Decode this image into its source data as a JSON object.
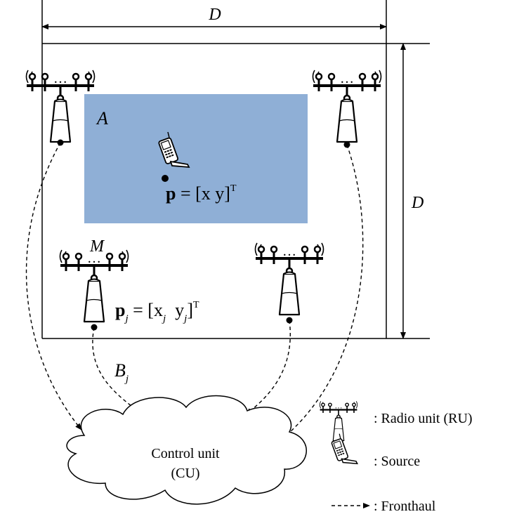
{
  "diagram": {
    "dimension_top": "D",
    "dimension_right": "D",
    "area_label": "A",
    "source_position": {
      "bold": "p",
      "rest": " = [x y]",
      "sup": "T"
    },
    "antenna_count": "M",
    "ru_position": {
      "bold": "p",
      "sub1": "j",
      "mid": " = [x",
      "sub2": "j",
      "mid2": "  y",
      "sub3": "j",
      "end": "]",
      "sup": "T"
    },
    "fronthaul_capacity": {
      "main": "B",
      "sub": "j"
    },
    "ru_dots": "…",
    "control_unit_line1": "Control unit",
    "control_unit_line2": "(CU)"
  },
  "legend": {
    "radio_unit": ": Radio unit (RU)",
    "source": ": Source",
    "fronthaul": ": Fronthaul"
  },
  "colors": {
    "area_fill": "#8fafd6",
    "line": "#000000"
  }
}
